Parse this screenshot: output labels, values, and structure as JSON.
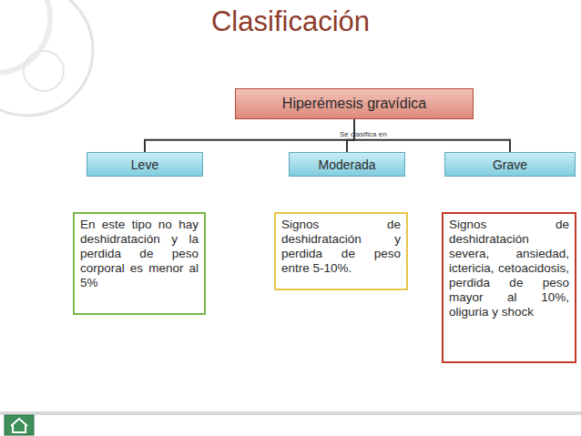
{
  "diagram": {
    "title": "Clasificación",
    "nodes": [
      {
        "text": [
          "Hiperémesis gravídica"
        ]
      },
      {
        "text": [
          "Leve"
        ]
      },
      {
        "text": [
          "Moderada"
        ]
      },
      {
        "text": [
          "Grave"
        ]
      },
      {
        "text": [
          "En este tipo no hay deshidratación y la perdida de peso corporal es menor al 5%"
        ]
      },
      {
        "text": [
          "Signos de deshidratación y perdida de peso entre 5-10%."
        ]
      },
      {
        "text": [
          "Signos de deshidratación severa, ansiedad, ictericia, cetoacidosis, perdida de peso mayor al 10%, oliguria y shock"
        ]
      }
    ],
    "edges": [
      {
        "from": 0,
        "to": 1,
        "arrow": "none"
      },
      {
        "from": 0,
        "to": 2,
        "label": "Se clasifica en",
        "arrow": "none"
      },
      {
        "from": 0,
        "to": 3,
        "arrow": "none"
      }
    ]
  }
}
